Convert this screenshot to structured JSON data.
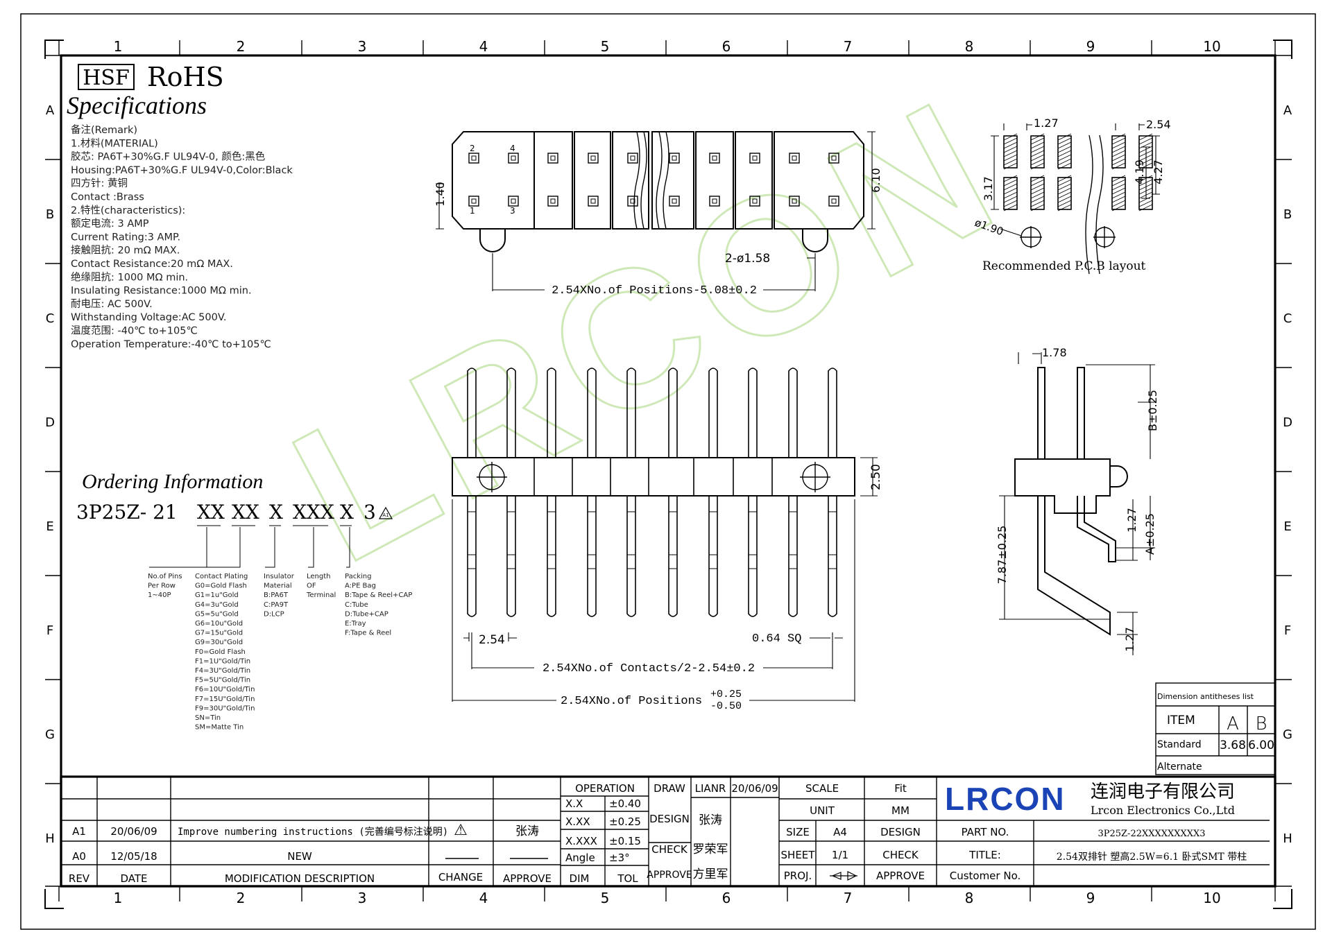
{
  "zone_cols": [
    "1",
    "2",
    "3",
    "4",
    "5",
    "6",
    "7",
    "8",
    "9",
    "10"
  ],
  "zone_rows": [
    "A",
    "B",
    "C",
    "D",
    "E",
    "F",
    "G",
    "H"
  ],
  "header": {
    "hsf": "HSF",
    "rohs": "RoHS",
    "specs_title": "Specifications"
  },
  "specs": [
    "备注(Remark)",
    "1.材料(MATERIAL)",
    "胶芯: PA6T+30%G.F UL94V-0, 颜色:黑色",
    "Housing:PA6T+30%G.F UL94V-0,Color:Black",
    "四方针: 黄铜",
    "Contact :Brass",
    "2.特性(characteristics):",
    "额定电流: 3 AMP",
    "Current Rating:3 AMP.",
    "接触阻抗: 20 mΩ MAX.",
    "Contact Resistance:20 mΩ MAX.",
    "绝缘阻抗: 1000 MΩ min.",
    "Insulating Resistance:1000 MΩ  min.",
    "耐电压: AC 500V.",
    "Withstanding Voltage:AC 500V.",
    "温度范围: -40℃ to+105℃",
    "Operation Temperature:-40℃ to+105℃"
  ],
  "ordering": {
    "title": "Ordering Information",
    "part_prefix": "3P25Z- 21",
    "codes": [
      "XX",
      "XX",
      "X",
      "XXX",
      "X",
      "3"
    ],
    "groups": [
      {
        "lines": [
          "No.of Pins",
          "Per Row",
          "1~40P"
        ]
      },
      {
        "lines": [
          "Contact Plating",
          "G0=Gold Flash",
          "G1=1u\"Gold",
          "G4=3u\"Gold",
          "G5=5u\"Gold",
          "G6=10u\"Gold",
          "G7=15u\"Gold",
          "G9=30u\"Gold",
          "F0=Gold Flash",
          "F1=1U\"Gold/Tin",
          "F4=3U\"Gold/Tin",
          "F5=5U\"Gold/Tin",
          "F6=10U\"Gold/Tin",
          "F7=15U\"Gold/Tin",
          "F9=30U\"Gold/Tin",
          "SN=Tin",
          "SM=Matte Tin"
        ]
      },
      {
        "lines": [
          "Insulator",
          "Material",
          "B:PA6T",
          "C:PA9T",
          "D:LCP"
        ]
      },
      {
        "lines": [
          "Length",
          "OF",
          "Terminal"
        ]
      },
      {
        "lines": [
          "Packing",
          "A:PE Bag",
          "B:Tape & Reel+CAP",
          "C:Tube",
          "D:Tube+CAP",
          "E:Tray",
          "F:Tape & Reel"
        ]
      }
    ]
  },
  "top_view": {
    "pin_labels": [
      "2",
      "4",
      "1",
      "3"
    ],
    "dim_height_left": "1.40",
    "dim_height_right": "6.10",
    "dim_holes": "2-ø1.58",
    "dim_length": "2.54XNo.of Positions-5.08±0.2"
  },
  "pcb_layout": {
    "title": "Recommended P.C.B layout",
    "dim_pad": "1.27",
    "dim_pitch": "2.54",
    "dim_row": "3.17",
    "dim_419": "4.19",
    "dim_427": "4.27",
    "dim_hole": "ø1.90"
  },
  "front_view": {
    "dim_250": "2.50",
    "dim_pitch": "2.54",
    "dim_sq": "0.64 SQ",
    "dim_contacts": "2.54XNo.of Contacts/2-2.54±0.2",
    "dim_positions": "2.54XNo.of Positions",
    "tol_plus": "+0.25",
    "tol_minus": "-0.50"
  },
  "side_view": {
    "dim_178": "1.78",
    "dim_b": "B±0.25",
    "dim_a": "A±0.25",
    "dim_127a": "1.27",
    "dim_787": "7.87±0.25",
    "dim_127b": "1.27"
  },
  "dim_table": {
    "title": "Dimension antitheses list",
    "item": "ITEM",
    "col_a": "A",
    "col_b": "B",
    "standard": "Standard",
    "val_a": "3.68",
    "val_b": "6.00",
    "alternate": "Alternate"
  },
  "title_block": {
    "revisions": [
      {
        "rev": "A1",
        "date": "20/06/09",
        "desc": "Improve numbering instructions (完善编号标注说明)",
        "change": "⚠",
        "approve": "张涛"
      },
      {
        "rev": "A0",
        "date": "12/05/18",
        "desc": "NEW",
        "change": "",
        "approve": ""
      }
    ],
    "rev_header": {
      "rev": "REV",
      "date": "DATE",
      "desc": "MODIFICATION DESCRIPTION",
      "change": "CHANGE",
      "approve": "APPROVE"
    },
    "operation": "OPERATION",
    "tolerances": [
      {
        "dim": "X.X",
        "tol": "±0.40"
      },
      {
        "dim": "X.XX",
        "tol": "±0.25"
      },
      {
        "dim": "X.XXX",
        "tol": "±0.15"
      },
      {
        "dim": "Angle",
        "tol": "±3°"
      }
    ],
    "dim_label": "DIM",
    "tol_label": "TOL",
    "draw": "DRAW",
    "draw_name": "LIANR",
    "draw_date": "20/06/09",
    "design": "DESIGN",
    "design_name": "张涛",
    "check": "CHECK",
    "check_name": "罗荣军",
    "approve": "APPROVE",
    "approve_name": "方里军",
    "scale": "SCALE",
    "scale_val": "Fit",
    "unit": "UNIT",
    "unit_val": "MM",
    "size": "SIZE",
    "size_val": "A4",
    "design2": "DESIGN",
    "sheet": "SHEET",
    "sheet_val": "1/1",
    "check2": "CHECK",
    "proj": "PROJ.",
    "approve2": "APPROVE",
    "company_logo": "LRCON",
    "company_cn": "连润电子有限公司",
    "company_en": "Lrcon Electronics Co.,Ltd",
    "part_no_label": "PART NO.",
    "part_no": "3P25Z-22XXXXXXXXX3",
    "title_label": "TITLE:",
    "title": "2.54双排针 塑高2.5W=6.1 卧式SMT 带柱",
    "customer_no": "Customer No."
  },
  "watermark": "LRCON",
  "colors": {
    "ink": "#000000",
    "logo": "#1a43b5",
    "watermark": "#cfe8b8"
  }
}
